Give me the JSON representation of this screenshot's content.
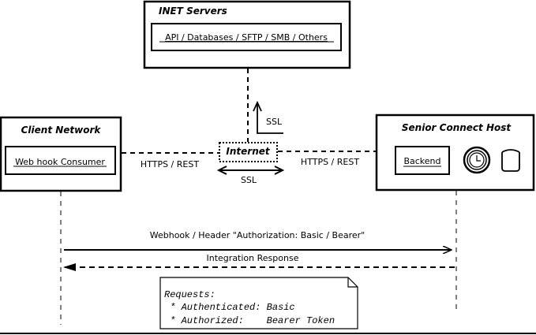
{
  "nodes": {
    "inet_servers": {
      "title": "INET Servers",
      "inner": "API / Databases / SFTP / SMB / Others"
    },
    "client_network": {
      "title": "Client Network",
      "inner": "Web hook Consumer"
    },
    "senior_connect_host": {
      "title": "Senior Connect Host",
      "inner": "Backend",
      "icons": [
        "clock-icon",
        "database-icon"
      ]
    },
    "internet": {
      "title": "Internet"
    }
  },
  "edges": {
    "client_to_internet": "HTTPS / REST",
    "internet_to_host": "HTTPS / REST",
    "ssl_horizontal": "SSL",
    "ssl_vertical": "SSL"
  },
  "sequence": {
    "request": "Webhook / Header \"Authorization: Basic / Bearer\"",
    "response": "Integration Response"
  },
  "note": {
    "lines": [
      "Requests:",
      " * Authenticated: Basic",
      " * Authorized:    Bearer Token"
    ]
  }
}
